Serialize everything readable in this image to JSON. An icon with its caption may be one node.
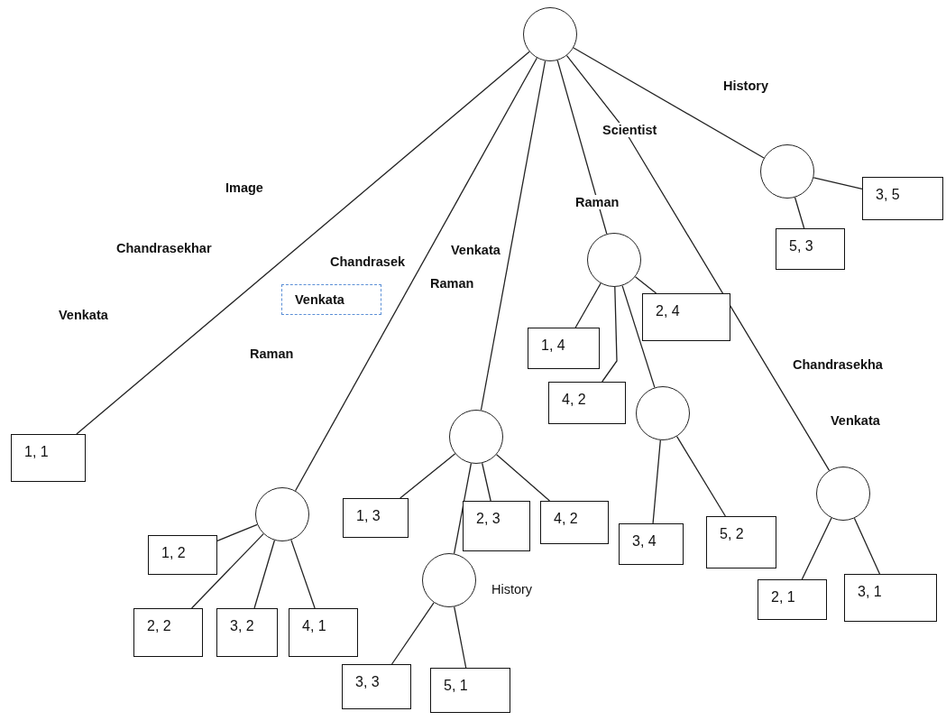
{
  "diagram": {
    "nodes": [
      {
        "text": [],
        "shape": "circle"
      },
      {
        "text": [
          "1, 1"
        ]
      },
      {
        "text": [],
        "shape": "circle"
      },
      {
        "text": [
          "1, 2"
        ]
      },
      {
        "text": [
          "2, 2"
        ]
      },
      {
        "text": [
          "3, 2"
        ]
      },
      {
        "text": [
          "4, 1"
        ]
      },
      {
        "text": [],
        "shape": "circle"
      },
      {
        "text": [
          "1, 3"
        ]
      },
      {
        "text": [
          "2, 3"
        ]
      },
      {
        "text": [
          "4, 2"
        ]
      },
      {
        "text": [],
        "shape": "circle"
      },
      {
        "text": [
          "3, 3"
        ]
      },
      {
        "text": [
          "5, 1"
        ]
      },
      {
        "text": [],
        "shape": "circle"
      },
      {
        "text": [
          "1, 4"
        ]
      },
      {
        "text": [
          "4, 2"
        ]
      },
      {
        "text": [
          "2, 4"
        ]
      },
      {
        "text": [],
        "shape": "circle"
      },
      {
        "text": [
          "3, 4"
        ]
      },
      {
        "text": [
          "5, 2"
        ]
      },
      {
        "text": [],
        "shape": "circle"
      },
      {
        "text": [
          "2, 1"
        ]
      },
      {
        "text": [
          "3, 1"
        ]
      },
      {
        "text": [],
        "shape": "circle"
      },
      {
        "text": [
          "5, 3"
        ]
      },
      {
        "text": [
          "3, 5"
        ]
      }
    ],
    "edges": [
      {
        "from": 0,
        "to": 1,
        "arrow": "none"
      },
      {
        "from": 0,
        "to": 2,
        "arrow": "none",
        "label": "Chandrasek"
      },
      {
        "from": 0,
        "to": 7,
        "arrow": "none",
        "label": "Venkata"
      },
      {
        "from": 0,
        "to": 14,
        "arrow": "none",
        "label": "Raman"
      },
      {
        "from": 0,
        "to": 21,
        "arrow": "none",
        "label": "Scientist"
      },
      {
        "from": 0,
        "to": 24,
        "arrow": "none",
        "label": "History"
      },
      {
        "from": 2,
        "to": 3,
        "arrow": "none"
      },
      {
        "from": 2,
        "to": 4,
        "arrow": "none"
      },
      {
        "from": 2,
        "to": 5,
        "arrow": "none"
      },
      {
        "from": 2,
        "to": 6,
        "arrow": "none"
      },
      {
        "from": 7,
        "to": 8,
        "arrow": "none"
      },
      {
        "from": 7,
        "to": 9,
        "arrow": "none"
      },
      {
        "from": 7,
        "to": 10,
        "arrow": "none"
      },
      {
        "from": 7,
        "to": 11,
        "arrow": "none"
      },
      {
        "from": 11,
        "to": 12,
        "arrow": "none"
      },
      {
        "from": 11,
        "to": 13,
        "arrow": "none"
      },
      {
        "from": 14,
        "to": 15,
        "arrow": "none"
      },
      {
        "from": 14,
        "to": 16,
        "arrow": "none"
      },
      {
        "from": 14,
        "to": 17,
        "arrow": "none"
      },
      {
        "from": 14,
        "to": 18,
        "arrow": "none"
      },
      {
        "from": 18,
        "to": 19,
        "arrow": "none"
      },
      {
        "from": 18,
        "to": 20,
        "arrow": "none"
      },
      {
        "from": 21,
        "to": 22,
        "arrow": "none"
      },
      {
        "from": 21,
        "to": 23,
        "arrow": "none"
      },
      {
        "from": 24,
        "to": 25,
        "arrow": "none"
      },
      {
        "from": 24,
        "to": 26,
        "arrow": "none"
      }
    ],
    "labels": [
      "Image",
      "Chandrasekhar",
      "Venkata",
      "Venkata",
      "Raman",
      "Raman",
      "Chandrasekha",
      "Venkata",
      "History"
    ]
  }
}
